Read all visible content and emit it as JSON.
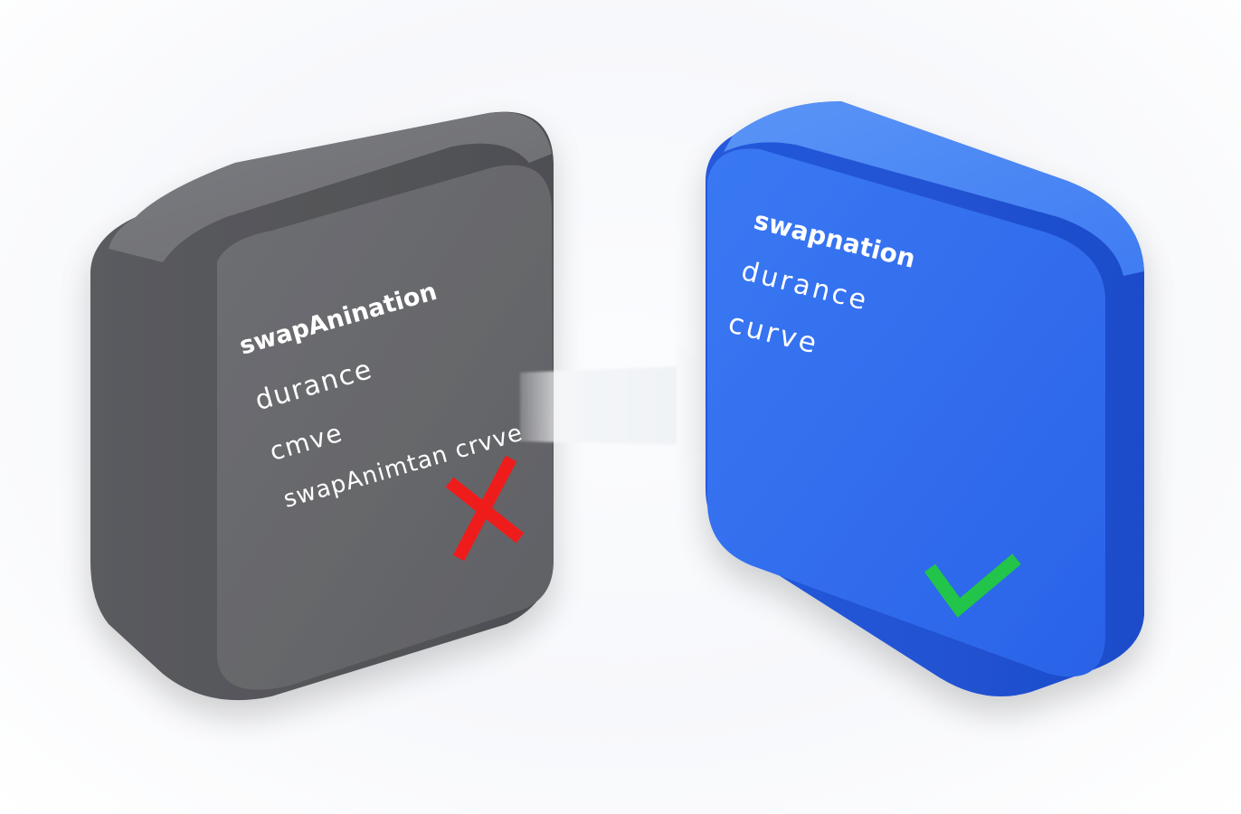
{
  "left_card": {
    "lines": [
      "swapAnination",
      "durance",
      "cmve",
      "swapAnimtan crvve"
    ],
    "status_icon": "cross-icon",
    "face_color": "#66676b",
    "side_color": "#545559",
    "top_color": "#77787c",
    "status_color": "#ee2222"
  },
  "arrow": {
    "icon": "arrow-right-icon",
    "color": "#f2f4f7"
  },
  "right_card": {
    "lines": [
      "swapnation",
      "durance",
      "curve"
    ],
    "status_icon": "check-icon",
    "face_color": "#2f6ff0",
    "side_color": "#1f56d8",
    "top_color": "#4a86f5",
    "status_color": "#22c44a"
  }
}
